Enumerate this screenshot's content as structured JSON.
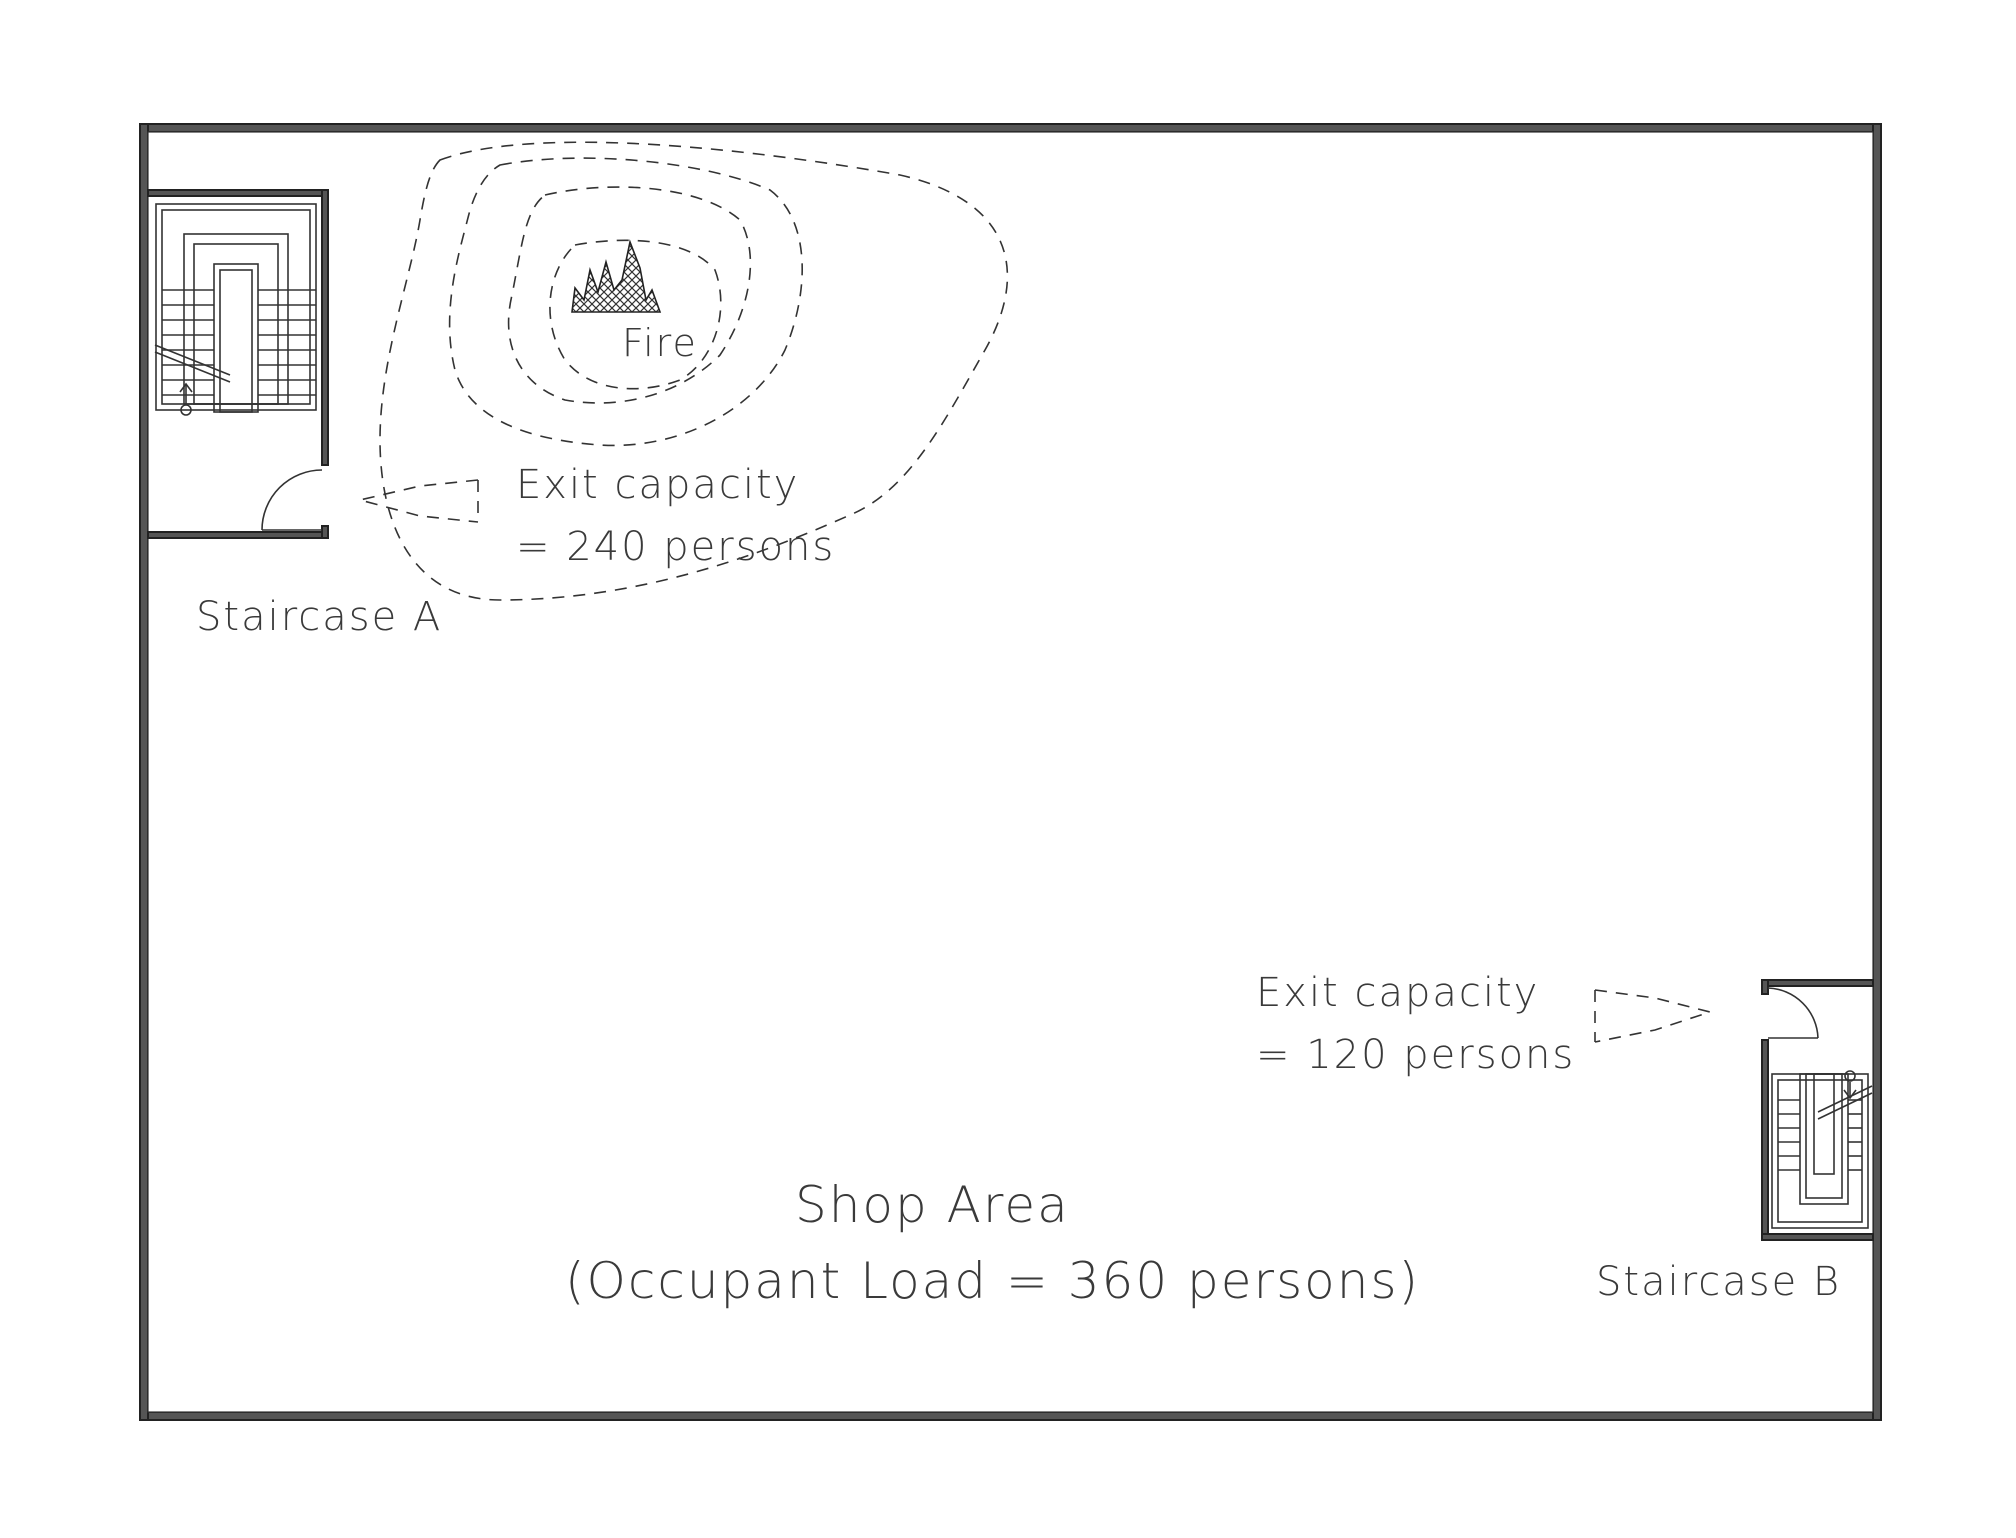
{
  "labels": {
    "fire": "Fire",
    "staircase_a": "Staircase A",
    "staircase_b": "Staircase B",
    "exit_a_line1": "Exit capacity",
    "exit_a_line2": "= 240 persons",
    "exit_b_line1": "Exit capacity",
    "exit_b_line2": "= 120 persons",
    "area_title": "Shop Area",
    "occupant_load": "(Occupant Load = 360 persons)"
  },
  "icons": {
    "fire": "fire-icon",
    "exit_arrow_a": "dashed-arrow-left-icon",
    "exit_arrow_b": "dashed-arrow-right-icon"
  },
  "colors": {
    "line": "#333333",
    "wall": "#555555",
    "text": "#3a3a3a",
    "background": "#ffffff"
  }
}
